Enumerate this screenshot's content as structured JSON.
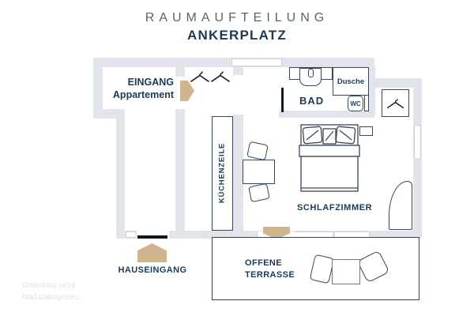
{
  "title": {
    "kicker": "RAUMAUFTEILUNG",
    "name": "ANKERPLATZ"
  },
  "labels": {
    "entrance_line1": "EINGANG",
    "entrance_line2": "Appartement",
    "bath": "BAD",
    "shower": "Dusche",
    "wc": "WC",
    "kitchen_unit": "KÜCHENZEILE",
    "bedroom": "SCHLAFZIMMER",
    "house_entrance": "HAUSEINGANG",
    "terrace_line1": "OFFENE",
    "terrace_line2": "TERRASSE",
    "disclaimer_line1": "Grundriss nicht",
    "disclaimer_line2": "Maßstabsgetreu"
  },
  "icons": {
    "coat_hanger": "clothes-hanger",
    "bed": "double-bed-top-view",
    "door_marker": "door-pentagon"
  },
  "colors": {
    "wall": "#e1e4ea",
    "outline": "#36475a",
    "door_tan": "#d0b48e",
    "text_navy": "#1c3a57",
    "kicker_gray": "#57656f",
    "door_black": "#10191f",
    "disclaimer_gray": "#dfe2e5",
    "window_border": "#ccd2da",
    "terrace_line": "#39434f",
    "furniture_gray": "#6f7985"
  }
}
